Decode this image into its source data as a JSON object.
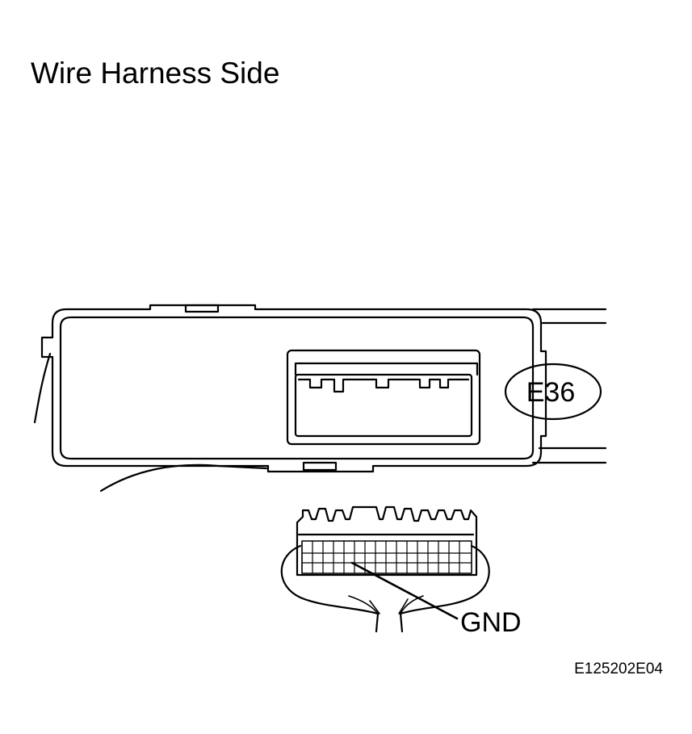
{
  "title": "Wire Harness Side",
  "connector_label": "E36",
  "pin_label": "GND",
  "figure_code": "E125202E04",
  "colors": {
    "ink": "#000000",
    "background": "#ffffff"
  }
}
